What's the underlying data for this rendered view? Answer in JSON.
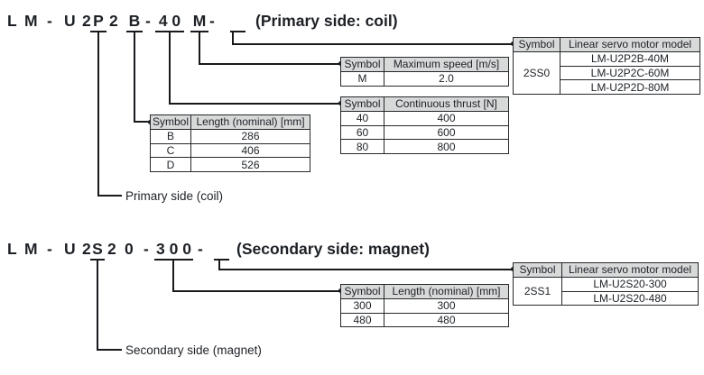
{
  "colors": {
    "header_bg": "#d8dada",
    "line": "#17191c",
    "text": "#1d2126"
  },
  "primary": {
    "model_chars": [
      "L",
      "M",
      "-",
      "U",
      "2",
      "P",
      "2",
      "B",
      "-",
      "4 0",
      "M",
      "-",
      ""
    ],
    "caption": "(Primary side: coil)",
    "side_label": "Primary side (coil)"
  },
  "secondary": {
    "model_chars": [
      "L",
      "M",
      "-",
      "U",
      "2",
      "S",
      "2",
      "0",
      "-",
      "3 0 0",
      "-",
      ""
    ],
    "caption": "(Secondary side: magnet)",
    "side_label": "Secondary side (magnet)"
  },
  "tables": {
    "length_primary": {
      "headers": [
        "Symbol",
        "Length (nominal) [mm]"
      ],
      "rows": [
        [
          "B",
          "286"
        ],
        [
          "C",
          "406"
        ],
        [
          "D",
          "526"
        ]
      ]
    },
    "max_speed": {
      "headers": [
        "Symbol",
        "Maximum speed [m/s]"
      ],
      "rows": [
        [
          "M",
          "2.0"
        ]
      ]
    },
    "thrust": {
      "headers": [
        "Symbol",
        "Continuous thrust [N]"
      ],
      "rows": [
        [
          "40",
          "400"
        ],
        [
          "60",
          "600"
        ],
        [
          "80",
          "800"
        ]
      ]
    },
    "models_primary": {
      "headers": [
        "Symbol",
        "Linear servo motor model"
      ],
      "symbol": "2SS0",
      "models": [
        "LM-U2P2B-40M",
        "LM-U2P2C-60M",
        "LM-U2P2D-80M"
      ]
    },
    "length_secondary": {
      "headers": [
        "Symbol",
        "Length (nominal) [mm]"
      ],
      "rows": [
        [
          "300",
          "300"
        ],
        [
          "480",
          "480"
        ]
      ]
    },
    "models_secondary": {
      "headers": [
        "Symbol",
        "Linear servo motor model"
      ],
      "symbol": "2SS1",
      "models": [
        "LM-U2S20-300",
        "LM-U2S20-480"
      ]
    }
  }
}
